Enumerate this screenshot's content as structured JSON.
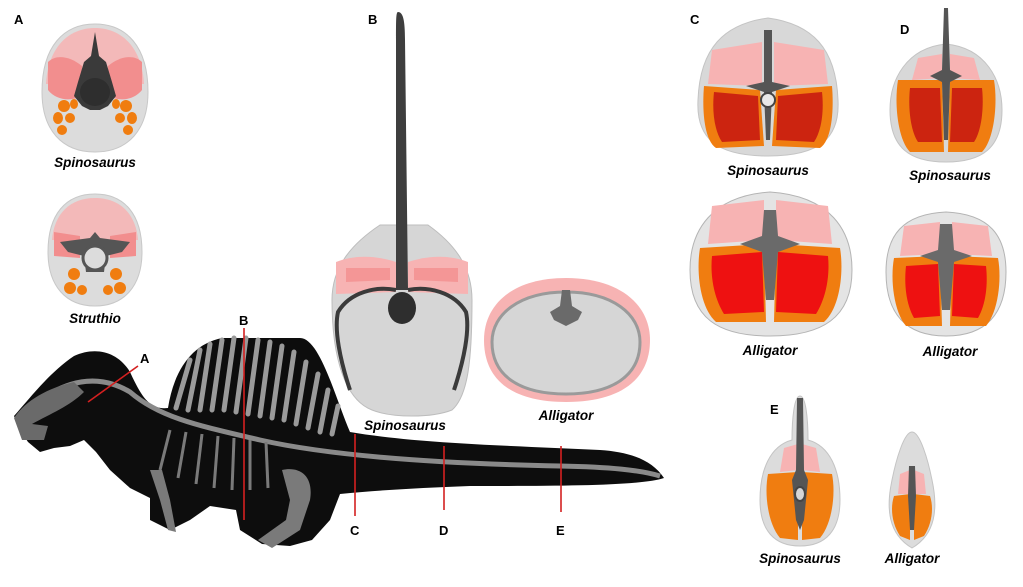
{
  "figure": {
    "panels": {
      "A": {
        "label": "A",
        "taxa": [
          {
            "name": "Spinosaurus"
          },
          {
            "name": "Struthio"
          }
        ]
      },
      "B": {
        "label": "B",
        "taxa": [
          {
            "name": "Spinosaurus"
          },
          {
            "name": "Alligator"
          }
        ]
      },
      "C": {
        "label": "C",
        "taxa": [
          {
            "name": "Spinosaurus"
          },
          {
            "name": "Alligator"
          }
        ]
      },
      "D": {
        "label": "D",
        "taxa": [
          {
            "name": "Spinosaurus"
          },
          {
            "name": "Alligator"
          }
        ]
      },
      "E": {
        "label": "E",
        "taxa": [
          {
            "name": "Spinosaurus"
          },
          {
            "name": "Alligator"
          }
        ]
      }
    },
    "skeleton_section_markers": [
      "A",
      "B",
      "C",
      "D",
      "E"
    ],
    "colors": {
      "epaxial_light": "#f7b3b3",
      "epaxial_pink": "#f28e8e",
      "hypaxial_orange": "#f07d10",
      "hypaxial_red_dark": "#cc2410",
      "hypaxial_red_bright": "#ee1111",
      "body_outline_grey": "#d4d4d4",
      "bone_dark": "#3a3a3a",
      "section_line_red": "#d42020",
      "silhouette_black": "#0d0d0d"
    }
  }
}
